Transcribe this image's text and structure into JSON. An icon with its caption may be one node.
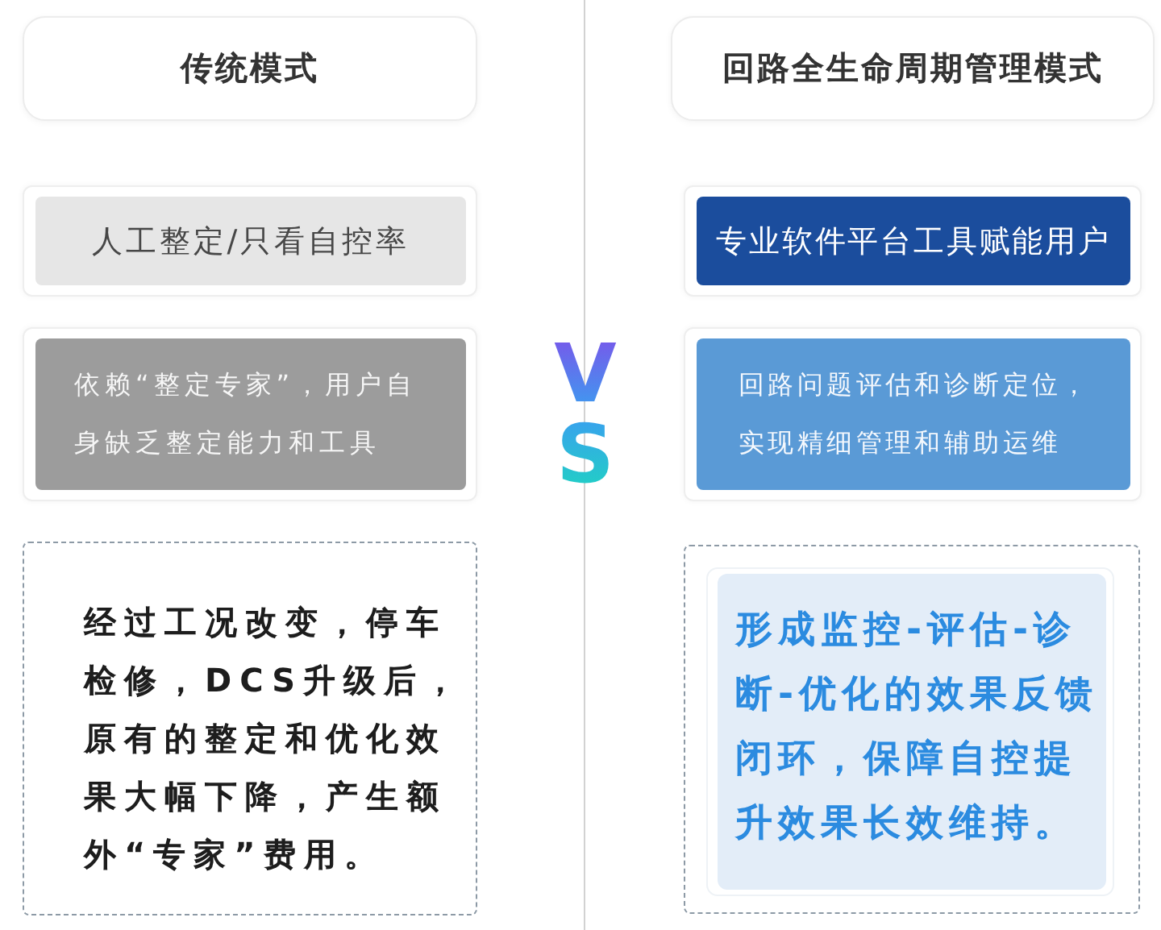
{
  "diagram": {
    "nodes": [
      {
        "text": [
          "传统模式"
        ]
      },
      {
        "text": [
          "回路全生命周期管理模式"
        ]
      },
      {
        "text": [
          "人工整定/只看自控率"
        ]
      },
      {
        "text": [
          "专业软件平台工具赋能用户"
        ]
      },
      {
        "text": [
          "依赖“整定专家”，用户自身缺乏整定能力和工具"
        ]
      },
      {
        "text": [
          "回路问题评估和诊断定位，实现精细管理和辅助运维"
        ]
      },
      {
        "text": [
          "经过工况改变，停车检修，DCS升级后，原有的整定和优化效果大幅下降，产生额外“专家”费用。"
        ]
      },
      {
        "text": [
          "形成监控-评估-诊断-优化的效果反馈闭环，保障自控提升效果长效维持。"
        ]
      }
    ],
    "labels": [
      "VS"
    ]
  }
}
